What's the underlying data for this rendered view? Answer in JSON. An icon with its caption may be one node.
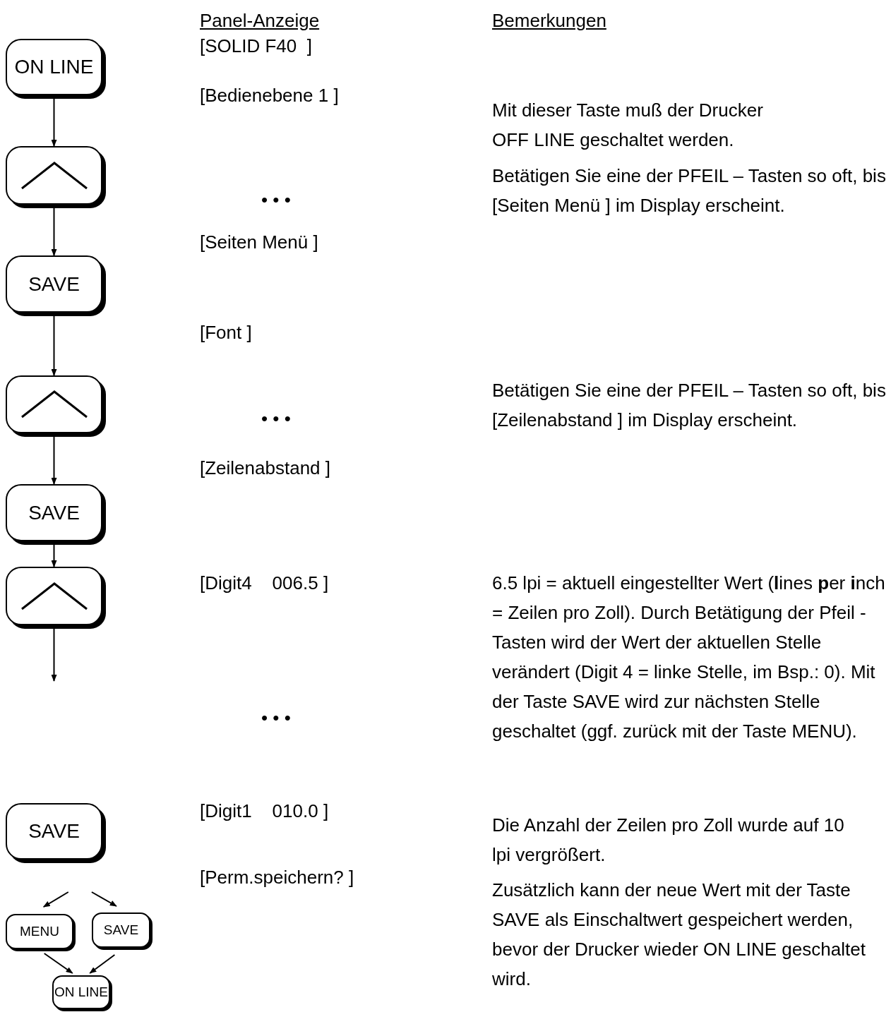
{
  "diagram": {
    "nodes": [
      {
        "text": [
          "ON LINE"
        ]
      },
      {
        "text": [],
        "shape": "box"
      },
      {
        "text": [
          "SAVE"
        ]
      },
      {
        "text": [],
        "shape": "box"
      },
      {
        "text": [
          "SAVE"
        ]
      },
      {
        "text": [],
        "shape": "box"
      },
      {
        "text": [
          "SAVE"
        ]
      },
      {
        "text": [
          "MENU"
        ]
      },
      {
        "text": [
          "SAVE"
        ]
      },
      {
        "text": [
          "ON LINE"
        ]
      }
    ],
    "edges": [
      {
        "from": 0,
        "to": 1,
        "arrow": "to"
      },
      {
        "from": 1,
        "to": 2,
        "arrow": "to"
      },
      {
        "from": 2,
        "to": 3,
        "arrow": "to"
      },
      {
        "from": 3,
        "to": 4,
        "arrow": "to"
      },
      {
        "from": 4,
        "to": 5,
        "arrow": "to"
      },
      {
        "from": 5,
        "to": null,
        "arrow": "to"
      },
      {
        "from": null,
        "to": 7,
        "arrow": "to"
      },
      {
        "from": null,
        "to": 8,
        "arrow": "to"
      },
      {
        "from": 7,
        "to": 9,
        "arrow": "to"
      },
      {
        "from": 8,
        "to": 9,
        "arrow": "to"
      }
    ],
    "labels": [
      "Panel-Anzeige",
      "Bemerkungen",
      "[SOLID F40  ]",
      "Mit dieser Taste muß der Drucker OFF LINE geschaltet werden.",
      "[Bedienebene 1 ]",
      "Betätigen Sie eine der PFEIL – Tasten so oft, bis [Seiten Menü  ] im Display erscheint.",
      "• • •",
      "[Seiten Menü ]",
      "[Font ]",
      "Betätigen Sie eine der PFEIL – Tasten so oft, bis [Zeilenabstand  ] im Display erscheint.",
      "• • •",
      "[Zeilenabstand ]",
      "[Digit4    006.5 ]",
      "6.5 lpi = aktuell eingestellter Wert (**l**ines **p**er **i**nch = Zeilen pro Zoll). Durch Betätigung der Pfeil - Tasten wird der Wert der aktuellen Stelle verändert (Digit 4 = linke Stelle, im Bsp.: 0). Mit der Taste SAVE wird zur nächsten Stelle geschaltet (ggf. zurück mit der Taste MENU).",
      "• • •",
      "[Digit1    010.0 ]",
      "Die Anzahl der Zeilen pro Zoll wurde auf 10 lpi vergrößert.",
      "[Perm.speichern? ]",
      "Zusätzlich kann der neue Wert mit der Taste SAVE als Einschaltwert gespeichert werden, bevor der Drucker wieder ON LINE geschaltet wird."
    ]
  }
}
